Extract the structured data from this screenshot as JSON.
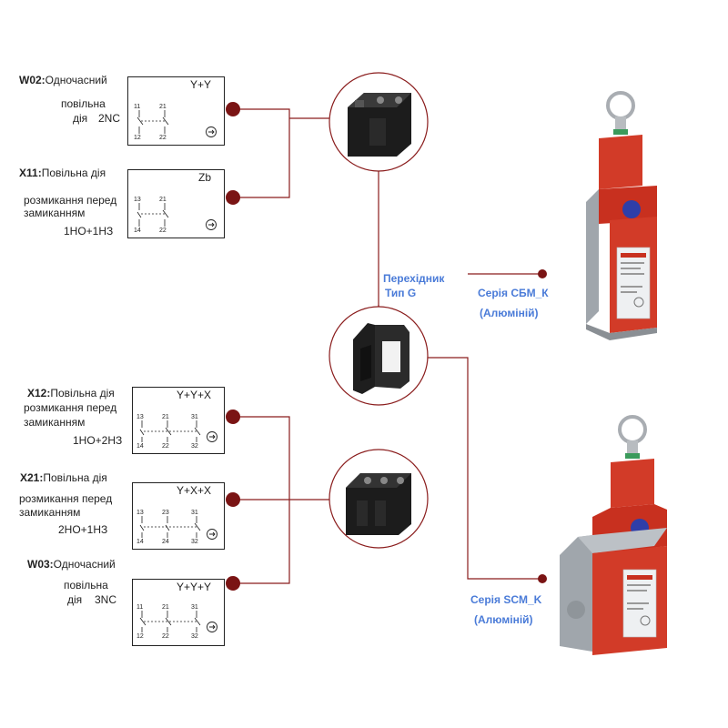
{
  "colors": {
    "line": "#8a1c1c",
    "node": "#7a1414",
    "accent_blue": "#4a7bd8",
    "switch_red": "#c8301f",
    "switch_gray": "#9aa0a6"
  },
  "modules": {
    "w02": {
      "code": "W02:",
      "name_lines": [
        "Одночасний",
        "повільна",
        "дія"
      ],
      "contacts": "2NC",
      "header": "Y+Y",
      "terminals_top": [
        "11",
        "21"
      ],
      "terminals_bottom": [
        "12",
        "22"
      ]
    },
    "x11": {
      "code": "X11:",
      "name_lines": [
        "Повільна дія",
        "розмикання перед",
        "замиканням"
      ],
      "contacts": "1НО+1НЗ",
      "header": "Zb",
      "terminals_top": [
        "13",
        "21"
      ],
      "terminals_bottom": [
        "14",
        "22"
      ]
    },
    "x12": {
      "code": "X12:",
      "name_lines": [
        "Повільна дія",
        "розмикання перед",
        "замиканням"
      ],
      "contacts": "1НО+2НЗ",
      "header": "Y+Y+X",
      "terminals_top": [
        "13",
        "21",
        "31"
      ],
      "terminals_bottom": [
        "14",
        "22",
        "32"
      ]
    },
    "x21": {
      "code": "X21:",
      "name_lines": [
        "Повільна дія",
        "розмикання перед",
        "замиканням"
      ],
      "contacts": "2НО+1НЗ",
      "header": "Y+X+X",
      "terminals_top": [
        "13",
        "23",
        "31"
      ],
      "terminals_bottom": [
        "14",
        "24",
        "32"
      ]
    },
    "w03": {
      "code": "W03:",
      "name_lines": [
        "Одночасний",
        "повільна",
        "дія"
      ],
      "contacts": "3NC",
      "header": "Y+Y+Y",
      "terminals_top": [
        "11",
        "21",
        "31"
      ],
      "terminals_bottom": [
        "12",
        "22",
        "32"
      ]
    }
  },
  "adapter": {
    "label_line1": "Перехідник",
    "label_line2": "Тип G"
  },
  "series": {
    "sbm": {
      "line1": "Серія СБМ_К",
      "line2": "(Алюміній)"
    },
    "scm": {
      "line1": "Серія SCM_K",
      "line2": "(Алюміній)"
    }
  }
}
